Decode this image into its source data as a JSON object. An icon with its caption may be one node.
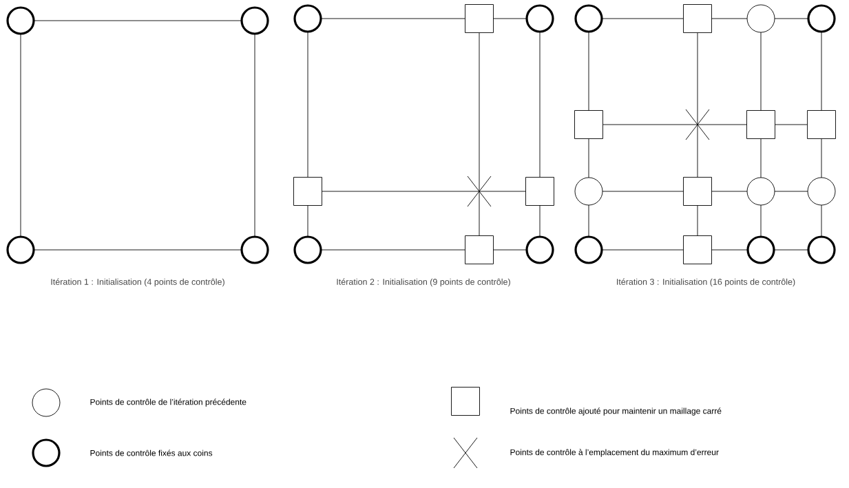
{
  "diagram": {
    "nodes": [
      {
        "text": [],
        "shape": "ring"
      },
      {
        "text": [],
        "shape": "ring"
      },
      {
        "text": [],
        "shape": "ring"
      },
      {
        "text": [],
        "shape": "ring"
      },
      {
        "text": [],
        "shape": "ring"
      },
      {
        "text": [],
        "shape": "box"
      },
      {
        "text": [],
        "shape": "ring"
      },
      {
        "text": [],
        "shape": "box"
      },
      {
        "text": [],
        "shape": "cross"
      },
      {
        "text": [],
        "shape": "box"
      },
      {
        "text": [],
        "shape": "ring"
      },
      {
        "text": [],
        "shape": "box"
      },
      {
        "text": [],
        "shape": "ring"
      },
      {
        "text": [],
        "shape": "ring"
      },
      {
        "text": [],
        "shape": "box"
      },
      {
        "text": [],
        "shape": "circle"
      },
      {
        "text": [],
        "shape": "ring"
      },
      {
        "text": [],
        "shape": "box"
      },
      {
        "text": [],
        "shape": "cross"
      },
      {
        "text": [],
        "shape": "box"
      },
      {
        "text": [],
        "shape": "box"
      },
      {
        "text": [],
        "shape": "circle"
      },
      {
        "text": [],
        "shape": "box"
      },
      {
        "text": [],
        "shape": "circle"
      },
      {
        "text": [],
        "shape": "circle"
      },
      {
        "text": [],
        "shape": "ring"
      },
      {
        "text": [],
        "shape": "box"
      },
      {
        "text": [],
        "shape": "ring"
      },
      {
        "text": [],
        "shape": "ring"
      }
    ],
    "edges": [
      {
        "from": 0,
        "to": 1,
        "arrow": "none"
      },
      {
        "from": 0,
        "to": 2,
        "arrow": "none"
      },
      {
        "from": 1,
        "to": 3,
        "arrow": "none"
      },
      {
        "from": 2,
        "to": 3,
        "arrow": "none"
      },
      {
        "from": 4,
        "to": 5,
        "arrow": "none"
      },
      {
        "from": 5,
        "to": 6,
        "arrow": "none"
      },
      {
        "from": 4,
        "to": 7,
        "arrow": "none"
      },
      {
        "from": 5,
        "to": 8,
        "arrow": "none"
      },
      {
        "from": 6,
        "to": 9,
        "arrow": "none"
      },
      {
        "from": 7,
        "to": 8,
        "arrow": "none"
      },
      {
        "from": 8,
        "to": 9,
        "arrow": "none"
      },
      {
        "from": 7,
        "to": 10,
        "arrow": "none"
      },
      {
        "from": 8,
        "to": 11,
        "arrow": "none"
      },
      {
        "from": 9,
        "to": 12,
        "arrow": "none"
      },
      {
        "from": 10,
        "to": 11,
        "arrow": "none"
      },
      {
        "from": 11,
        "to": 12,
        "arrow": "none"
      },
      {
        "from": 13,
        "to": 14,
        "arrow": "none"
      },
      {
        "from": 14,
        "to": 15,
        "arrow": "none"
      },
      {
        "from": 15,
        "to": 16,
        "arrow": "none"
      },
      {
        "from": 13,
        "to": 17,
        "arrow": "none"
      },
      {
        "from": 14,
        "to": 18,
        "arrow": "none"
      },
      {
        "from": 15,
        "to": 19,
        "arrow": "none"
      },
      {
        "from": 16,
        "to": 20,
        "arrow": "none"
      },
      {
        "from": 17,
        "to": 18,
        "arrow": "none"
      },
      {
        "from": 18,
        "to": 19,
        "arrow": "none"
      },
      {
        "from": 19,
        "to": 20,
        "arrow": "none"
      },
      {
        "from": 17,
        "to": 21,
        "arrow": "none"
      },
      {
        "from": 18,
        "to": 22,
        "arrow": "none"
      },
      {
        "from": 19,
        "to": 23,
        "arrow": "none"
      },
      {
        "from": 20,
        "to": 24,
        "arrow": "none"
      },
      {
        "from": 21,
        "to": 22,
        "arrow": "none"
      },
      {
        "from": 22,
        "to": 23,
        "arrow": "none"
      },
      {
        "from": 23,
        "to": 24,
        "arrow": "none"
      },
      {
        "from": 21,
        "to": 25,
        "arrow": "none"
      },
      {
        "from": 22,
        "to": 26,
        "arrow": "none"
      },
      {
        "from": 23,
        "to": 27,
        "arrow": "none"
      },
      {
        "from": 24,
        "to": 28,
        "arrow": "none"
      },
      {
        "from": 25,
        "to": 26,
        "arrow": "none"
      },
      {
        "from": 26,
        "to": 27,
        "arrow": "none"
      },
      {
        "from": 27,
        "to": 28,
        "arrow": "none"
      }
    ],
    "labels": [
      "Itération 1 : Initialisation (4 points de contrôle)",
      "Itération 2 : Initialisation (9 points de contrôle)",
      "Itération 3 : Initialisation (16 points de contrôle)"
    ],
    "legend": [
      {
        "text": "Points de contrôle de l’itération précédente"
      },
      {
        "text": "Points de contrôle ajouté pour maintenir un maillage carré"
      },
      {
        "text": "Points de contrôle fixés aux coins"
      },
      {
        "text": "Points de contrôle à l’emplacement du maximum d’erreur"
      }
    ]
  }
}
